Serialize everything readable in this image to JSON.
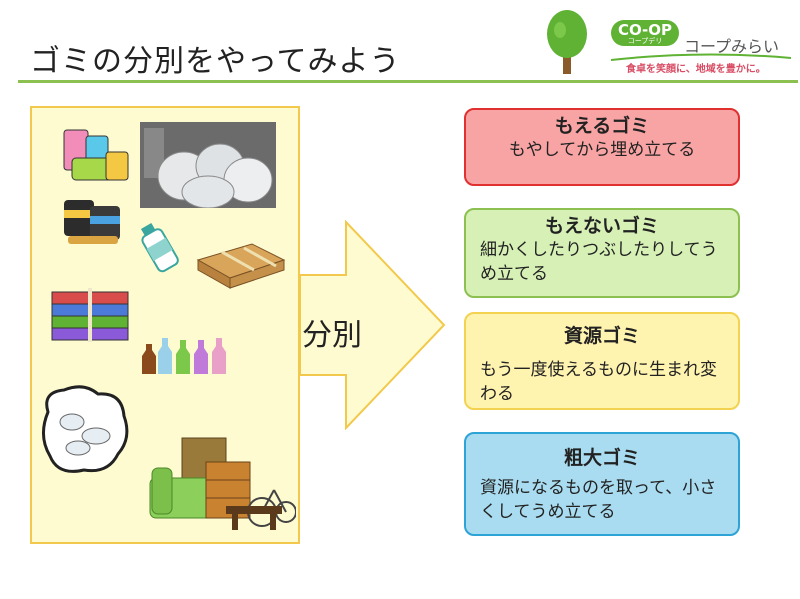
{
  "header": {
    "title": "ゴミの分別をやってみよう"
  },
  "logo": {
    "badge": "CO-OP",
    "badge_sub": "コープデリ",
    "name": "コープみらい",
    "tagline": "食卓を笑顔に、地域を豊かに。"
  },
  "arrow": {
    "label": "分別"
  },
  "categories": [
    {
      "title": "もえるゴミ",
      "description": "もやしてから埋め立てる"
    },
    {
      "title": "もえないゴミ",
      "description": "細かくしたりつぶしたりしてうめ立てる"
    },
    {
      "title": "資源ゴミ",
      "description": "もう一度使えるものに生まれ変わる"
    },
    {
      "title": "粗大ゴミ",
      "description": "資源になるものを取って、小さくしてうめ立てる"
    }
  ],
  "icons": [
    "cans-icon",
    "garbage-bags-icon",
    "batteries-icon",
    "spray-can-icon",
    "cardboard-bundle-icon",
    "book-bundle-icon",
    "glass-bottles-icon",
    "crushed-plastic-bottles-icon",
    "bulky-furniture-icon",
    "tree-logo-icon"
  ],
  "colors": {
    "accent_green": "#8cc152",
    "burnable": "#f9a4a4",
    "non_burnable": "#d6f0b6",
    "recyclable": "#fff3b0",
    "bulky": "#a9dcf0",
    "panel": "#fffbd0"
  }
}
